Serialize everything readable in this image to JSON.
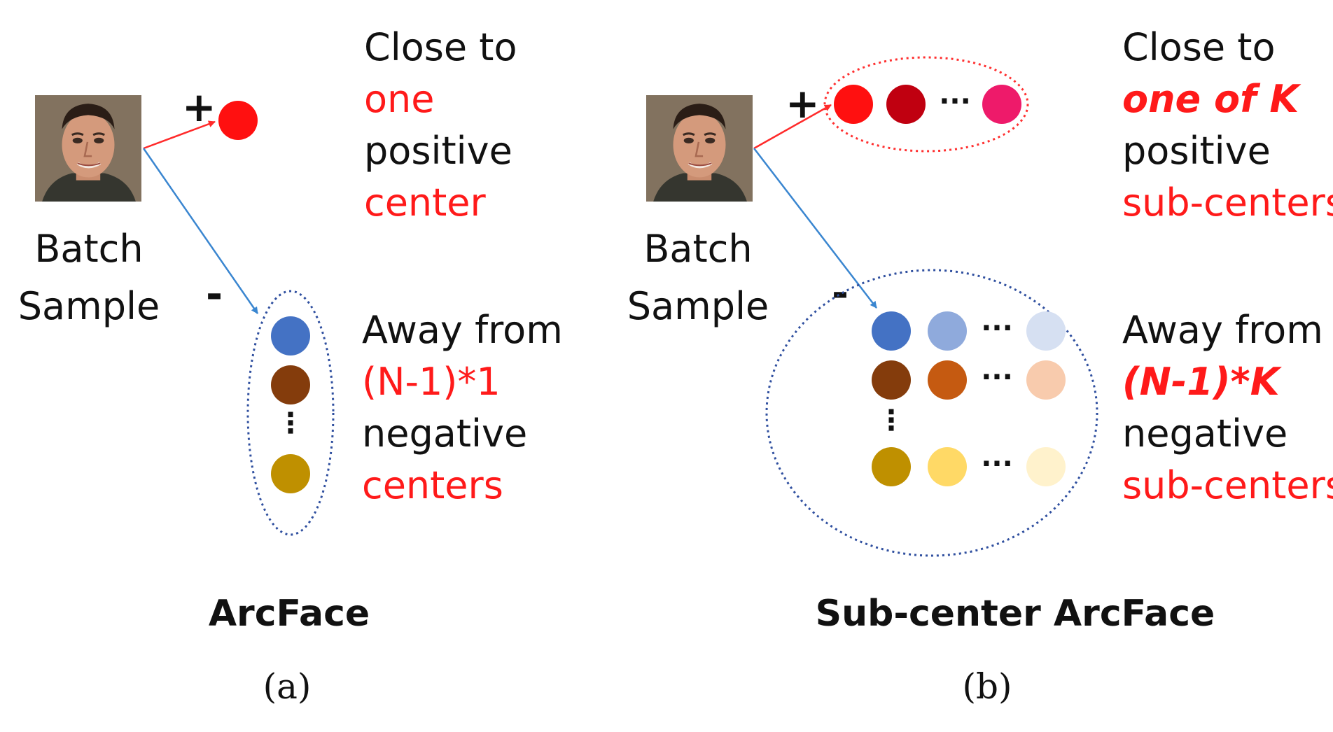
{
  "panel_a": {
    "face_label": [
      "Batch",
      "Sample"
    ],
    "plus_sign": "+",
    "minus_sign": "-",
    "positive_text": [
      "Close to",
      "one",
      "positive",
      "center"
    ],
    "negative_text": [
      "Away from",
      "(N-1)*1",
      "negative",
      "centers"
    ],
    "vertical_dots": "⋮",
    "title": "ArcFace",
    "caption": "(a)"
  },
  "panel_b": {
    "face_label": [
      "Batch",
      "Sample"
    ],
    "plus_sign": "+",
    "minus_sign": "-",
    "ellipsis": "···",
    "vertical_dots": "⋮",
    "positive_text": [
      "Close to",
      "one of K",
      "positive",
      "sub-centers"
    ],
    "negative_text": [
      "Away from",
      "(N-1)*K",
      "negative",
      "sub-centers"
    ],
    "title": "Sub-center ArcFace",
    "caption": "(b)"
  },
  "colors": {
    "text_red": "#ff1a1a",
    "positive_red": "#ff1010",
    "positive_dark_red": "#c00010",
    "positive_pink": "#ee1a6a",
    "blue": "#4472c4",
    "blue_mid": "#8faadc",
    "blue_light": "#d6e0f2",
    "brown": "#843c0c",
    "orange": "#c55a11",
    "peach": "#f8cbad",
    "gold": "#bf9000",
    "yellow": "#ffd966",
    "cream": "#fff2cc",
    "arrow_red": "#ff2a2a",
    "arrow_blue": "#3a86d0",
    "dotted_red": "#ff3030",
    "dotted_blue": "#2f4f9f"
  },
  "icons": {
    "face": "face-photo-icon"
  }
}
